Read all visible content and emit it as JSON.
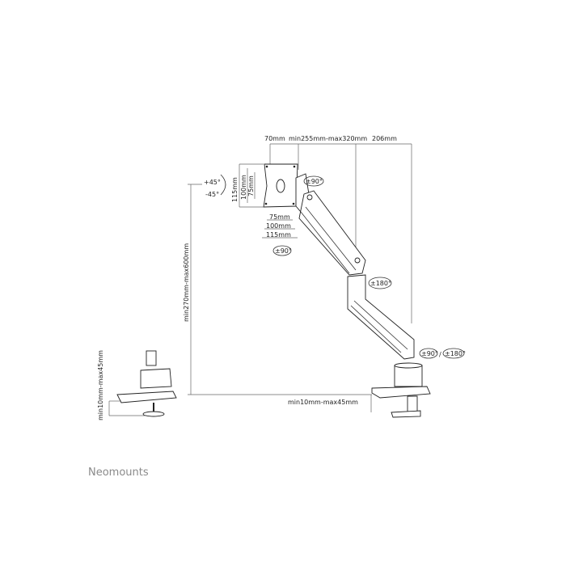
{
  "brand": "Neomounts",
  "dimensions": {
    "top_70": "70mm",
    "top_reach": "min255mm-max320mm",
    "top_206": "206mm",
    "vesa_115_v": "115mm",
    "vesa_100_v": "100mm",
    "vesa_75_v": "75mm",
    "vesa_75_h": "75mm",
    "vesa_100_h": "100mm",
    "vesa_115_h": "115mm",
    "height_range": "min270mm-max600mm",
    "desk_clamp": "min10mm-max45mm",
    "grommet_clamp": "min10mm-max45mm"
  },
  "rotations": {
    "tilt_plus": "+45°",
    "tilt_minus": "-45°",
    "rotate_head": "±90°",
    "swivel_head": "±90°",
    "elbow": "±180°",
    "base_swivel": "±90°",
    "base_rotate": "±180°",
    "separator": "/"
  }
}
